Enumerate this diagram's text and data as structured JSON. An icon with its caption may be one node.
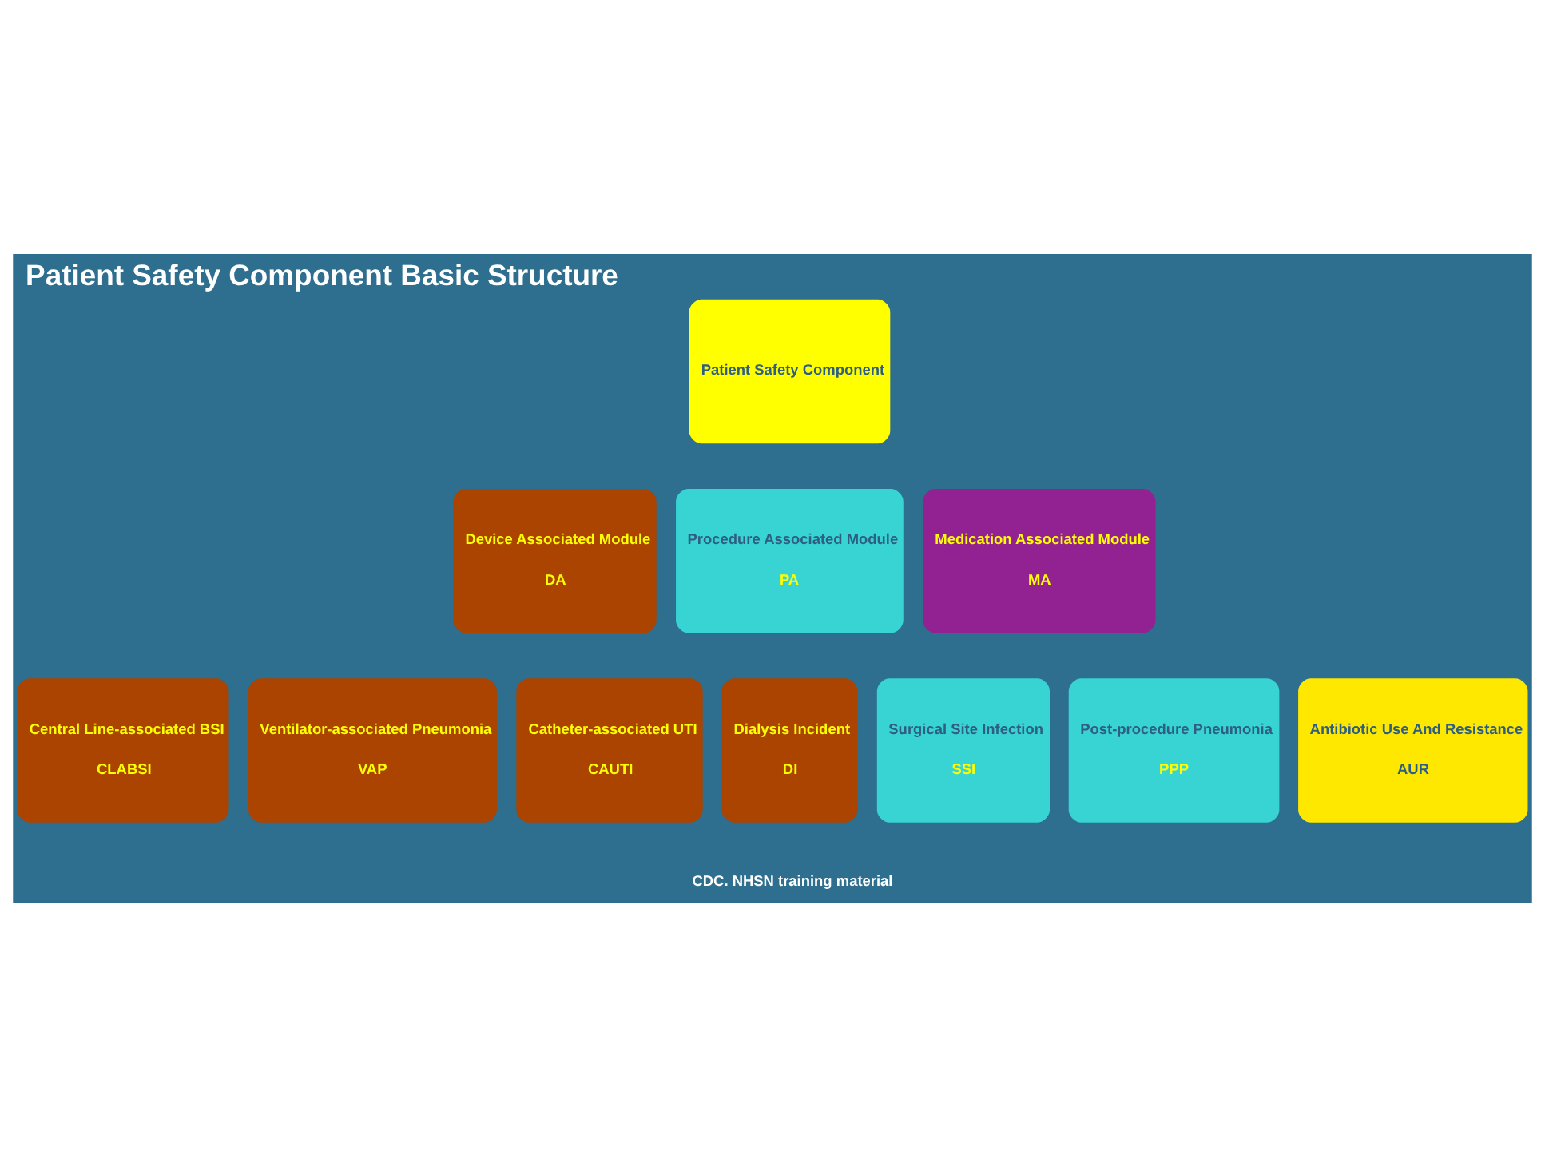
{
  "diagram": {
    "title": "Patient Safety Component Basic Structure",
    "nodes": [
      {
        "text": [
          "Patient Safety Component"
        ]
      },
      {
        "text": [
          "Device Associated Module",
          "DA"
        ]
      },
      {
        "text": [
          "Procedure Associated Module",
          "PA"
        ]
      },
      {
        "text": [
          "Medication Associated Module",
          "MA"
        ]
      },
      {
        "text": [
          "Central Line-associated BSI",
          "CLABSI"
        ]
      },
      {
        "text": [
          "Ventilator-associated Pneumonia",
          "VAP"
        ]
      },
      {
        "text": [
          "Catheter-associated UTI",
          "CAUTI"
        ]
      },
      {
        "text": [
          "Dialysis Incident",
          "DI"
        ]
      },
      {
        "text": [
          "Surgical Site Infection",
          "SSI"
        ]
      },
      {
        "text": [
          "Post-procedure Pneumonia",
          "PPP"
        ]
      },
      {
        "text": [
          "Antibiotic Use And Resistance",
          "AUR"
        ]
      }
    ],
    "edges": [],
    "labels": [
      "CDC. NHSN training material"
    ]
  }
}
